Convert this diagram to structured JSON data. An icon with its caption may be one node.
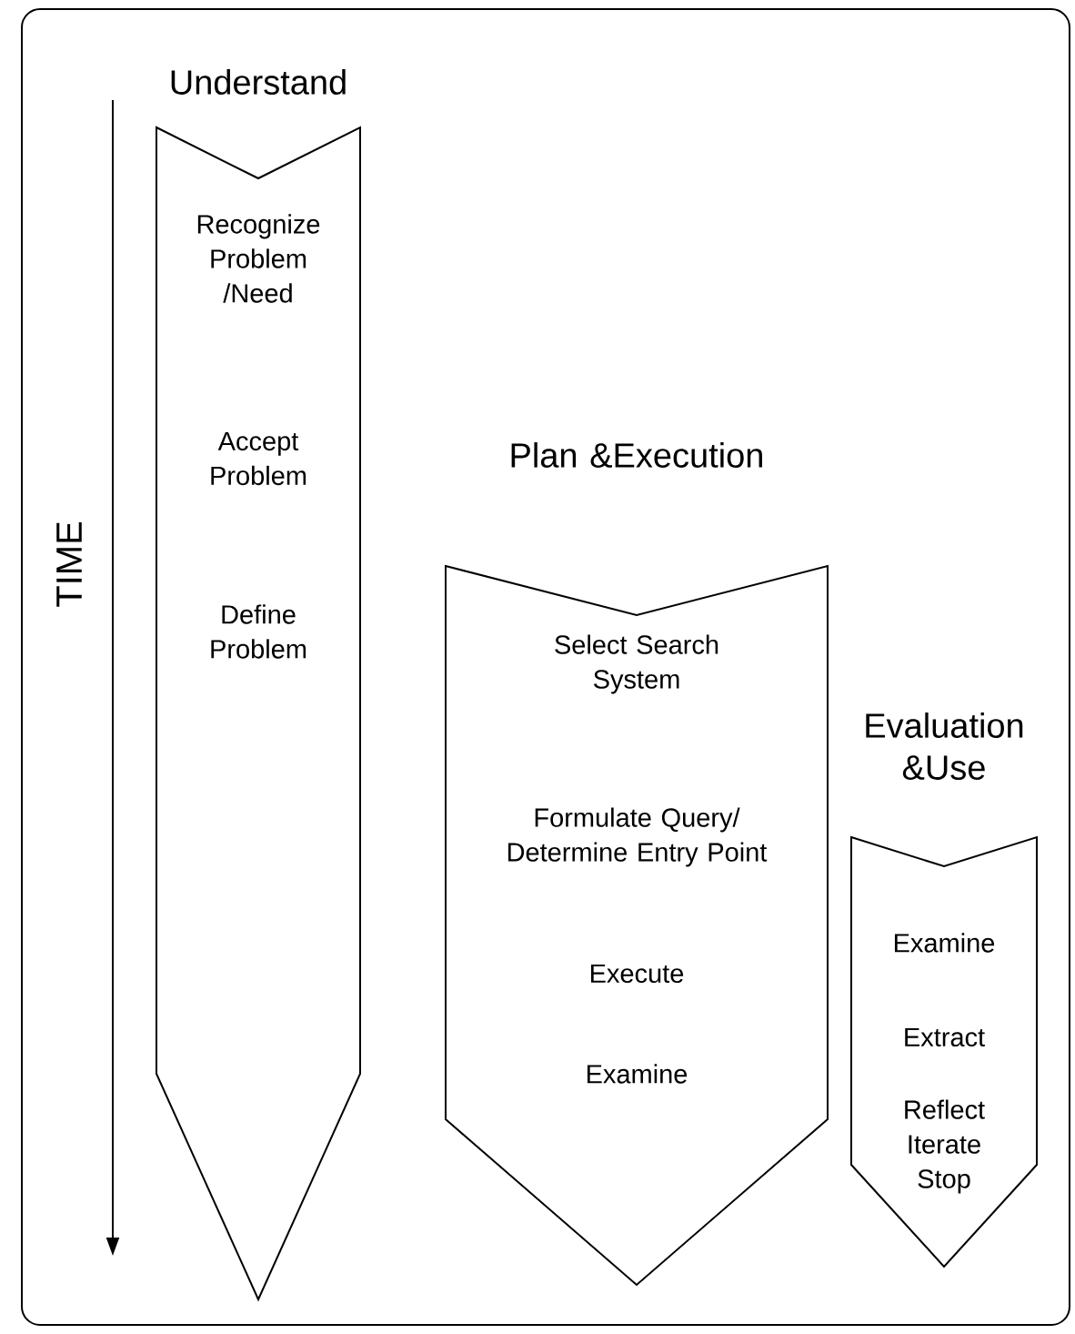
{
  "diagram": {
    "nodes": [
      {
        "text": [
          "Understand",
          "Recognize Problem /Need",
          "Accept Problem",
          "Define Problem"
        ]
      },
      {
        "text": [
          "Plan &Execution",
          "Select Search System",
          "Formulate Query/ Determine Entry Point",
          "Execute",
          "Examine"
        ]
      },
      {
        "text": [
          "Evaluation &Use",
          "Examine",
          "Extract",
          "Reflect Iterate Stop"
        ]
      }
    ],
    "labels": [
      "TIME"
    ]
  }
}
